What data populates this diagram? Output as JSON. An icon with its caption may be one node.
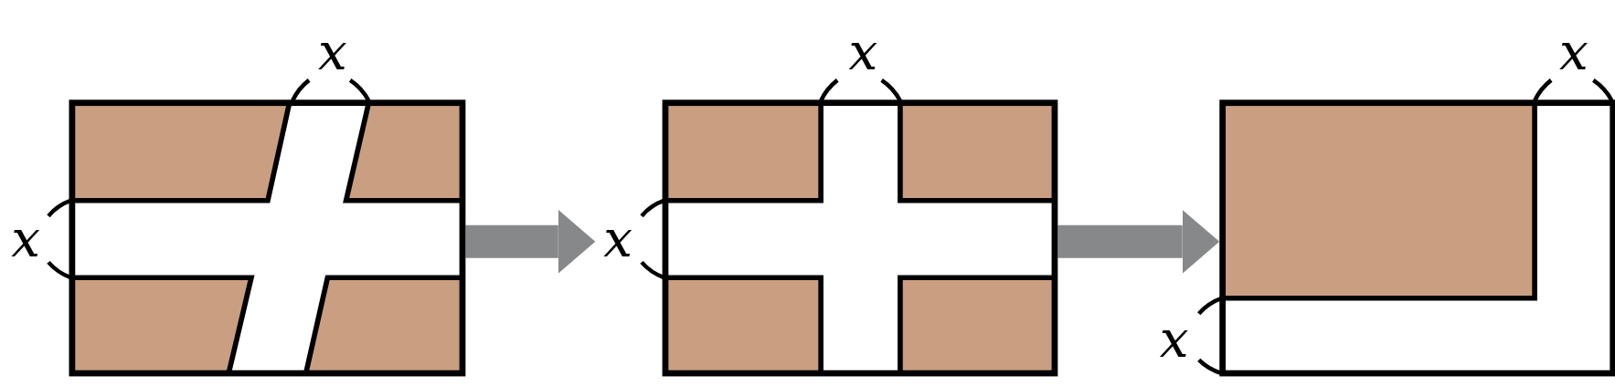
{
  "diagram": {
    "nodes": [
      {
        "text": [],
        "shape": "box",
        "beside": [
          "x",
          "x"
        ]
      },
      {
        "text": [],
        "shape": "box",
        "beside": [
          "x",
          "x"
        ]
      },
      {
        "text": [],
        "shape": "box",
        "beside": [
          "x",
          "x"
        ]
      }
    ],
    "edges": [
      {
        "from": 0,
        "to": 1,
        "arrow": "to"
      },
      {
        "from": 1,
        "to": 2,
        "arrow": "to"
      }
    ]
  }
}
